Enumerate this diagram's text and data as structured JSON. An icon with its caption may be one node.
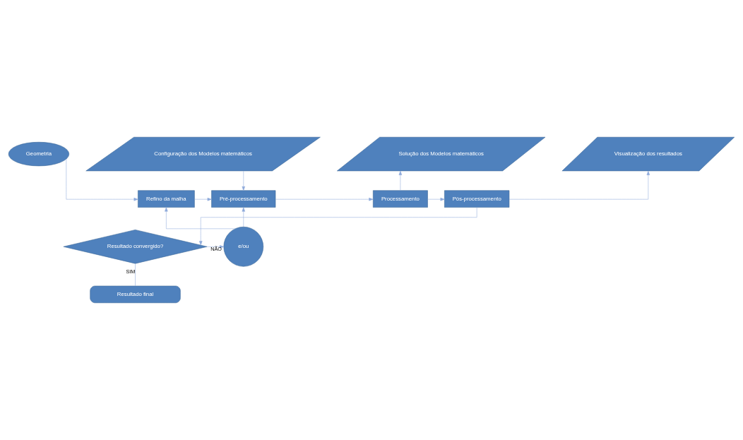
{
  "diagram": {
    "nodes": [
      {
        "text": [
          "Geometria"
        ]
      },
      {
        "text": [
          "Configuração dos Modelos matemáticos"
        ]
      },
      {
        "text": [
          "Solução dos Modelos matemáticos"
        ]
      },
      {
        "text": [
          "Visualização dos resultados"
        ]
      },
      {
        "text": [
          "Refino da malha"
        ]
      },
      {
        "text": [
          "Pré-processamento"
        ]
      },
      {
        "text": [
          "Processamento"
        ]
      },
      {
        "text": [
          "Pós-processamento"
        ]
      },
      {
        "text": [
          "e/ou"
        ]
      },
      {
        "text": [
          "Resultado convergido?"
        ]
      },
      {
        "text": [
          "Resultado final"
        ]
      }
    ],
    "edges": [
      {
        "from": 0,
        "to": 4,
        "arrow": "to"
      },
      {
        "from": 1,
        "to": 5,
        "arrow": "to"
      },
      {
        "from": 6,
        "to": 2,
        "arrow": "to"
      },
      {
        "from": 7,
        "to": 3,
        "arrow": "to"
      },
      {
        "from": 4,
        "to": 5,
        "arrow": "to"
      },
      {
        "from": 5,
        "to": 6,
        "arrow": "to"
      },
      {
        "from": 6,
        "to": 7,
        "arrow": "to"
      },
      {
        "from": 7,
        "to": 9,
        "arrow": "to"
      },
      {
        "from": 9,
        "to": 8,
        "arrow": "to",
        "label": "NÃO"
      },
      {
        "from": 8,
        "to": 4,
        "arrow": "to"
      },
      {
        "from": 8,
        "to": 5,
        "arrow": "to"
      },
      {
        "from": 9,
        "to": 10,
        "arrow": "none",
        "label": "SIM"
      }
    ]
  }
}
